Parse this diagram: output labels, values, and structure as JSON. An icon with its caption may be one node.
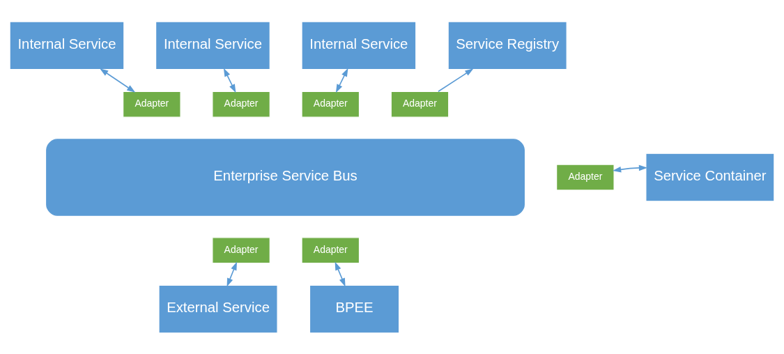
{
  "diagram": {
    "nodes": [
      {
        "text": [
          "Internal Service"
        ]
      },
      {
        "text": [
          "Internal Service"
        ]
      },
      {
        "text": [
          "Internal Service"
        ]
      },
      {
        "text": [
          "Service Registry"
        ]
      },
      {
        "text": [
          "Adapter"
        ]
      },
      {
        "text": [
          "Adapter"
        ]
      },
      {
        "text": [
          "Adapter"
        ]
      },
      {
        "text": [
          "Adapter"
        ]
      },
      {
        "text": [
          "Service Container"
        ]
      },
      {
        "text": [
          "Enterprise Service Bus"
        ]
      },
      {
        "text": [
          "Adapter"
        ]
      },
      {
        "text": [
          "Adapter"
        ]
      },
      {
        "text": [
          "Adapter"
        ]
      },
      {
        "text": [
          "External Service"
        ]
      },
      {
        "text": [
          "BPEE"
        ]
      }
    ],
    "edges": [
      {
        "from": 0,
        "to": 4,
        "arrow": "both"
      },
      {
        "from": 1,
        "to": 5,
        "arrow": "both"
      },
      {
        "from": 2,
        "to": 6,
        "arrow": "both"
      },
      {
        "from": 7,
        "to": 3,
        "arrow": "to"
      },
      {
        "from": 10,
        "to": 8,
        "arrow": "both"
      },
      {
        "from": 11,
        "to": 13,
        "arrow": "both"
      },
      {
        "from": 14,
        "to": 12,
        "arrow": "both"
      }
    ]
  }
}
